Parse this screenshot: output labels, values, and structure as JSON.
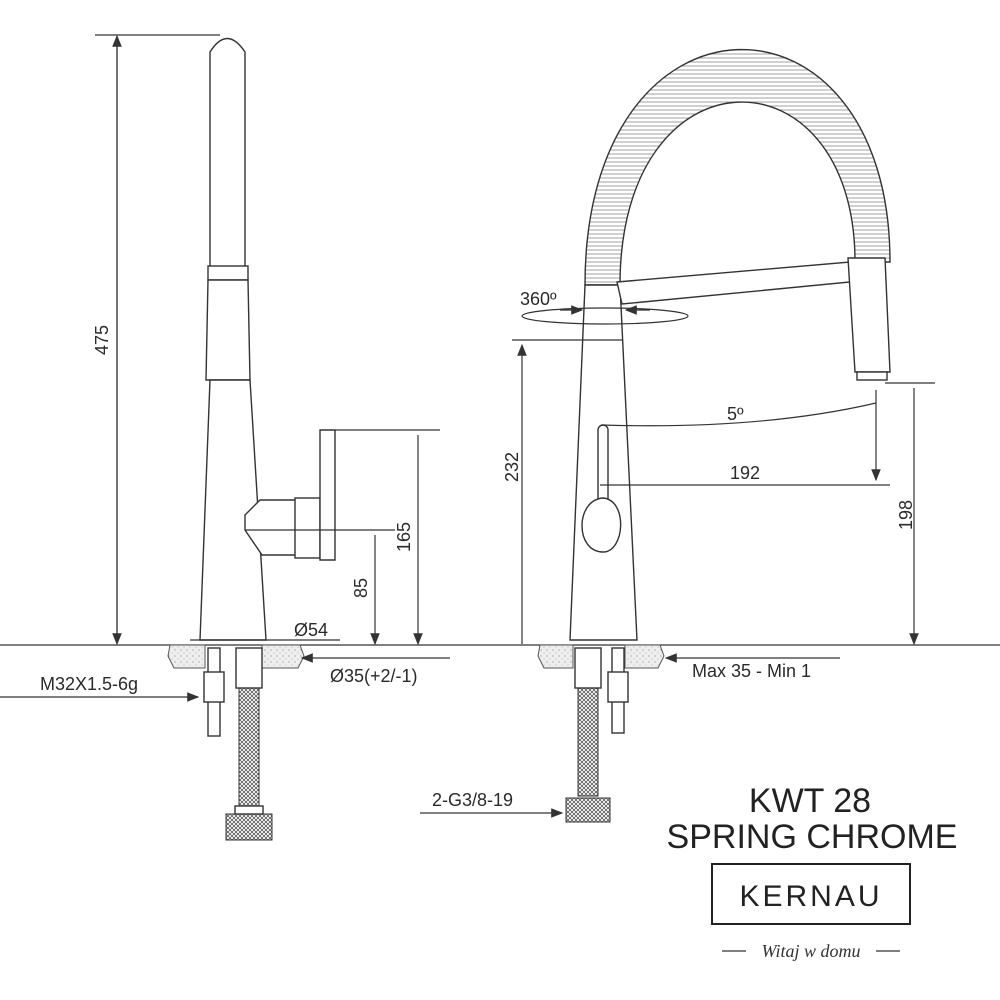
{
  "dimensions": {
    "height_total": "475",
    "lever_height": "165",
    "connector_height": "85",
    "base_diameter": "Ø54",
    "hole_diameter": "Ø35(+2/-1)",
    "thread": "M32X1.5-6g",
    "rotation": "360º",
    "spout_height": "232",
    "tilt": "5º",
    "reach": "192",
    "aerator_height": "198",
    "countertop": "Max 35 - Min 1",
    "hose_connection": "2-G3/8-19"
  },
  "product": {
    "model": "KWT 28",
    "name": "SPRING CHROME"
  },
  "brand": {
    "logo": "KERNAU",
    "tagline": "Witaj w domu"
  },
  "colors": {
    "line": "#333333",
    "background": "#ffffff"
  }
}
